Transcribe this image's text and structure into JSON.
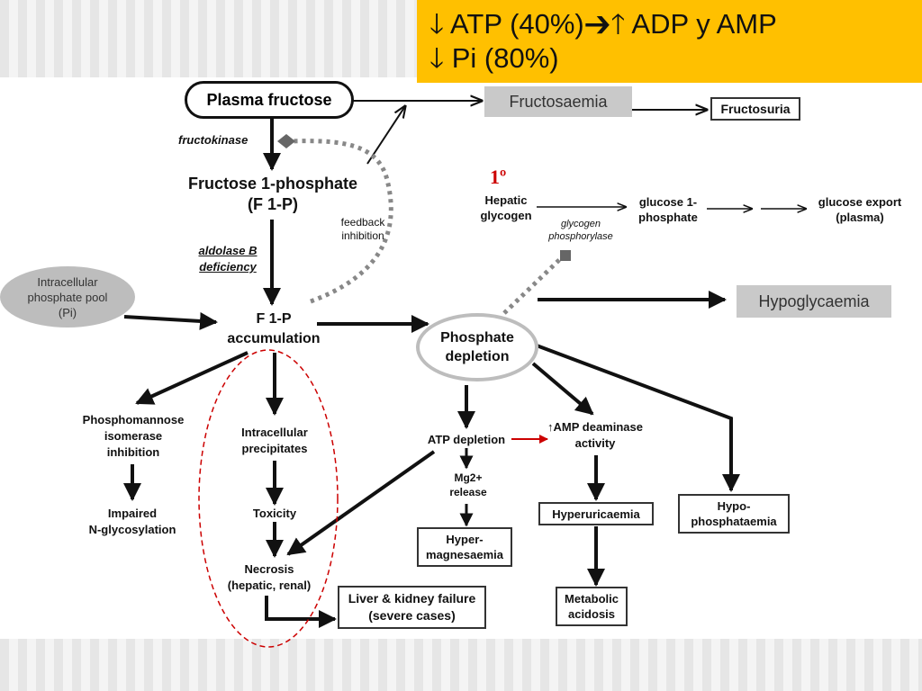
{
  "title": {
    "line1": "🡓 ATP (40%)➔🡑 ADP y AMP",
    "line2": "🡓 Pi (80%)",
    "background": "#ffc000"
  },
  "marker": {
    "text": "1º",
    "color": "#cc0000"
  },
  "nodes": {
    "plasma_fructose": "Plasma fructose",
    "fructosaemia": "Fructosaemia",
    "fructosuria": "Fructosuria",
    "fructokinase": "fructokinase",
    "fructose_1_phosphate": "Fructose 1-phosphate\n(F 1-P)",
    "feedback_inhibition": "feedback\ninhibition",
    "aldolase_b_deficiency": "aldolase B\ndeficiency",
    "intracellular_phosphate_pool": "Intracellular\nphosphate pool\n(Pi)",
    "f1p_accumulation": "F 1-P\naccumulation",
    "hepatic_glycogen": "Hepatic\nglycogen",
    "glucose_1_phosphate": "glucose 1-\nphosphate",
    "glucose_export": "glucose export\n(plasma)",
    "glycogen_phosphorylase": "glycogen\nphosphorylase",
    "hypoglycaemia": "Hypoglycaemia",
    "phosphate_depletion": "Phosphate\ndepletion",
    "phosphomannose_isomerase_inhibition": "Phosphomannose\nisomerase\ninhibition",
    "impaired_n_glycosylation": "Impaired\nN-glycosylation",
    "intracellular_precipitates": "Intracellular\nprecipitates",
    "toxicity": "Toxicity",
    "necrosis": "Necrosis\n(hepatic, renal)",
    "liver_kidney_failure": "Liver & kidney failure\n(severe cases)",
    "atp_depletion": "ATP depletion",
    "mg2_release": "Mg2+\nrelease",
    "hypermagnesaemia": "Hyper-\nmagnesaemia",
    "amp_deaminase_activity": "↑AMP deaminase\nactivity",
    "hyperuricaemia": "Hyperuricaemia",
    "metabolic_acidosis": "Metabolic\nacidosis",
    "hypophosphataemia": "Hypo-\nphosphataemia"
  },
  "colors": {
    "grey_box": "#c9c9c9",
    "highlight_red": "#cc0000",
    "dotted_grey": "#888888"
  }
}
